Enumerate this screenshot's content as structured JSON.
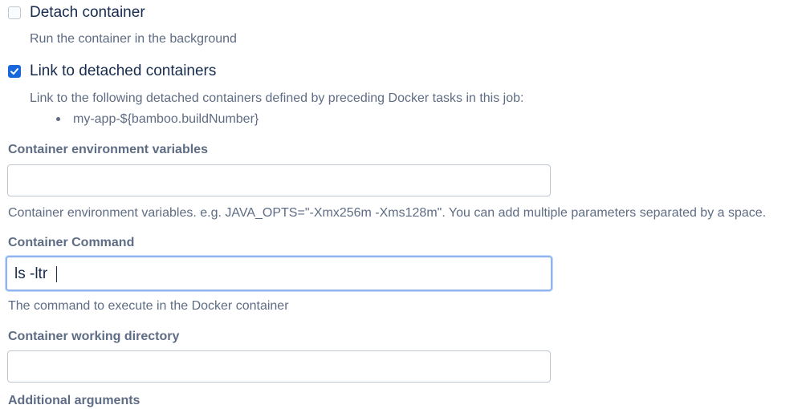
{
  "detach_container": {
    "label": "Detach container",
    "checked": false,
    "description": "Run the container in the background"
  },
  "link_detached": {
    "label": "Link to detached containers",
    "checked": true,
    "description": "Link to the following detached containers defined by preceding Docker tasks in this job:",
    "containers": [
      "my-app-${bamboo.buildNumber}"
    ]
  },
  "env_vars": {
    "label": "Container environment variables",
    "value": "",
    "help": "Container environment variables. e.g. JAVA_OPTS=\"-Xmx256m -Xms128m\". You can add multiple parameters separated by a space."
  },
  "command": {
    "label": "Container Command",
    "value": "ls -ltr ",
    "help": "The command to execute in the Docker container"
  },
  "working_dir": {
    "label": "Container working directory",
    "value": ""
  },
  "additional_args": {
    "label": "Additional arguments"
  },
  "colors": {
    "accent": "#1868db",
    "focus_border": "#8fb4ef",
    "text": "#172b4d",
    "subtle_text": "#5e6c84",
    "border": "#c1c7d0"
  }
}
